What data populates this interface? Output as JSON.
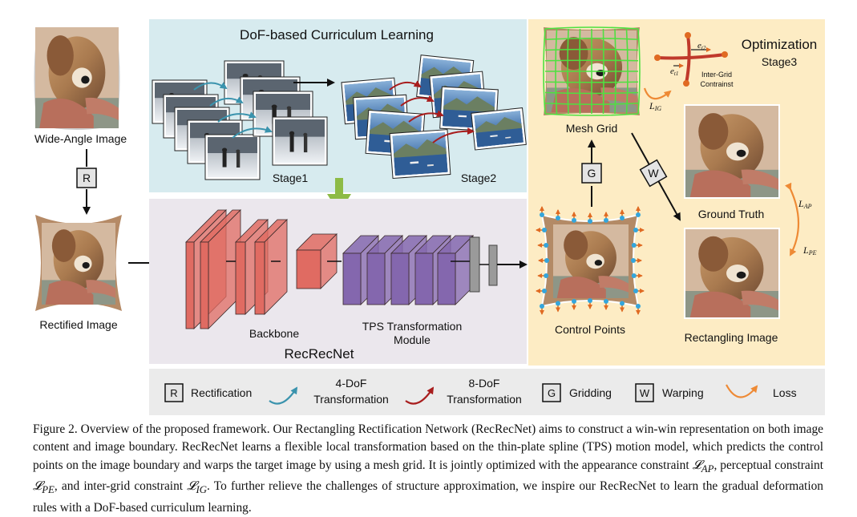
{
  "figure": {
    "wide_angle_label": "Wide-Angle Image",
    "rectified_label": "Rectified Image",
    "r_letter": "R",
    "curriculum": {
      "title": "DoF-based Curriculum Learning",
      "stage1": "Stage1",
      "stage2": "Stage2"
    },
    "network": {
      "backbone": "Backbone",
      "tps_line1": "TPS Transformation",
      "tps_line2": "Module",
      "name": "RecRecNet"
    },
    "optimization": {
      "title": "Optimization",
      "stage3": "Stage3",
      "mesh_grid": "Mesh Grid",
      "control_points": "Control Points",
      "ground_truth": "Ground Truth",
      "rectangling": "Rectangling Image",
      "inter_grid_line1": "Inter-Grid",
      "inter_grid_line2": "Contrainst",
      "g_letter": "G",
      "w_letter": "W",
      "e_t1": "e",
      "e_t1_sub": "t1",
      "e_t2": "e",
      "e_t2_sub": "t2",
      "loss_ig": "L",
      "loss_ig_sub": "IG",
      "loss_ap": "L",
      "loss_ap_sub": "AP",
      "loss_pe": "L",
      "loss_pe_sub": "PE"
    },
    "legend": {
      "r_letter": "R",
      "rectification": "Rectification",
      "dof4_line1": "4-DoF",
      "dof4_line2": "Transformation",
      "dof8_line1": "8-DoF",
      "dof8_line2": "Transformation",
      "g_letter": "G",
      "gridding": "Gridding",
      "w_letter": "W",
      "warping": "Warping",
      "loss": "Loss"
    },
    "colors": {
      "curriculum_bg": "#d7ebef",
      "network_bg": "#ebe7ed",
      "optimization_bg": "#fdecc4",
      "legend_bg": "#ebebeb",
      "backbone_block": "#e06b62",
      "tps_block": "#8467ae",
      "teal_arrow": "#3a93ad",
      "red_arrow": "#a81d1d",
      "orange_arrow": "#ee8a35",
      "green_arrow": "#8dbb46",
      "mesh_green": "#4fe040",
      "control_point": "#34a6dc"
    }
  },
  "caption": {
    "p1": "Figure 2. Overview of the proposed framework. Our Rectangling Rectification Network (RecRecNet) aims to construct a win-win representation on both image content and image boundary. RecRecNet learns a flexible local transformation based on the thin-plate spline (TPS) motion model, which predicts the control points on the image boundary and warps the target image by using a mesh grid. It is jointly optimized with the appearance constraint ",
    "m_ap": "𝓛",
    "m_ap_sub": "AP",
    "p2": ", perceptual constraint ",
    "m_pe": "𝓛",
    "m_pe_sub": "PE",
    "p3": ", and inter-grid constraint ",
    "m_ig": "𝓛",
    "m_ig_sub": "IG",
    "p4": ". To further relieve the challenges of structure approximation, we inspire our RecRecNet to learn the gradual deformation rules with a DoF-based curriculum learning."
  }
}
